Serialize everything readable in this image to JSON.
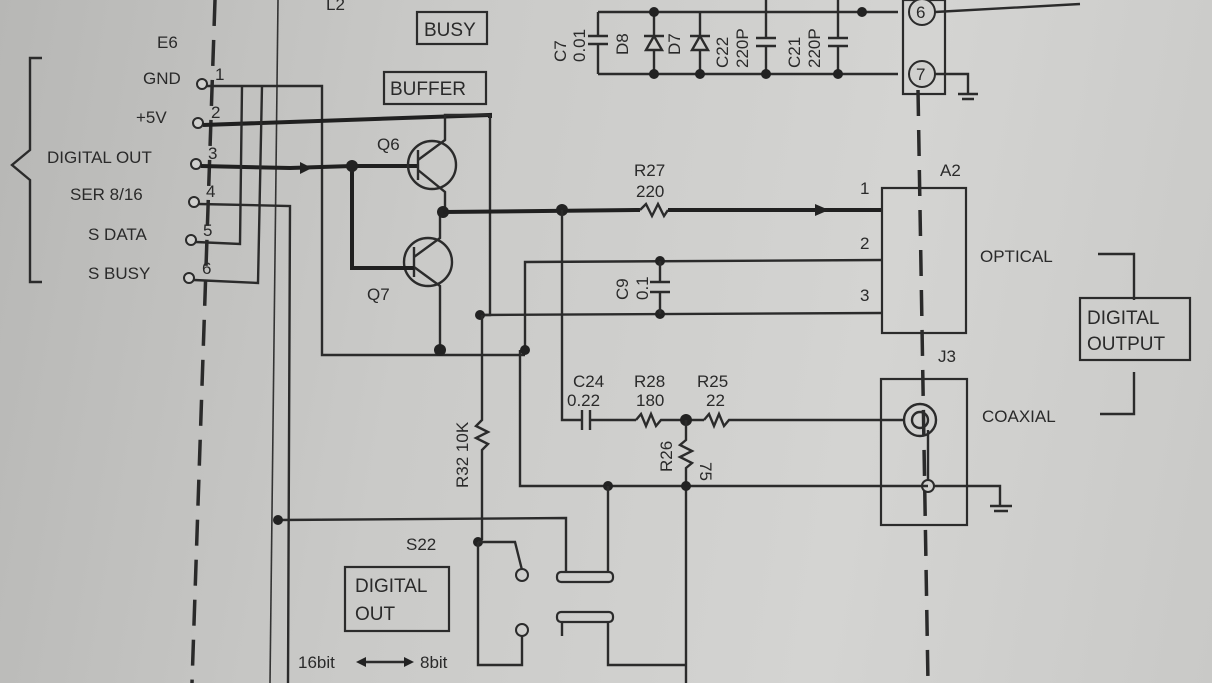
{
  "connector": {
    "ref": "E6",
    "pins": [
      {
        "num": "1",
        "name": "GND"
      },
      {
        "num": "2",
        "name": "+5V"
      },
      {
        "num": "3",
        "name": "DIGITAL OUT"
      },
      {
        "num": "4",
        "name": "SER 8/16"
      },
      {
        "num": "5",
        "name": "S DATA"
      },
      {
        "num": "6",
        "name": "S BUSY"
      }
    ]
  },
  "labels": {
    "l2": "L2",
    "busy": "BUSY",
    "buffer": "BUFFER",
    "q6": "Q6",
    "q7": "Q7",
    "a2": "A2",
    "j3": "J3",
    "optical": "OPTICAL",
    "coaxial": "COAXIAL",
    "digital_output_l1": "DIGITAL",
    "digital_output_l2": "OUTPUT",
    "s22": "S22",
    "digital_out_l1": "DIGITAL",
    "digital_out_l2": "OUT",
    "bit16": "16bit",
    "bit8": "8bit",
    "pin6": "6",
    "pin7": "7",
    "a2_p1": "1",
    "a2_p2": "2",
    "a2_p3": "3"
  },
  "components": {
    "c7": {
      "ref": "C7",
      "value": "0.01"
    },
    "d8": {
      "ref": "D8"
    },
    "d7": {
      "ref": "D7"
    },
    "c22": {
      "ref": "C22",
      "value": "220P"
    },
    "c21": {
      "ref": "C21",
      "value": "220P"
    },
    "r27": {
      "ref": "R27",
      "value": "220"
    },
    "c9": {
      "ref": "C9",
      "value": "0.1"
    },
    "c24": {
      "ref": "C24",
      "value": "0.22"
    },
    "r28": {
      "ref": "R28",
      "value": "180"
    },
    "r25": {
      "ref": "R25",
      "value": "22"
    },
    "r26": {
      "ref": "R26",
      "value": "75"
    },
    "r32": {
      "ref": "R32",
      "value": "10K"
    }
  }
}
